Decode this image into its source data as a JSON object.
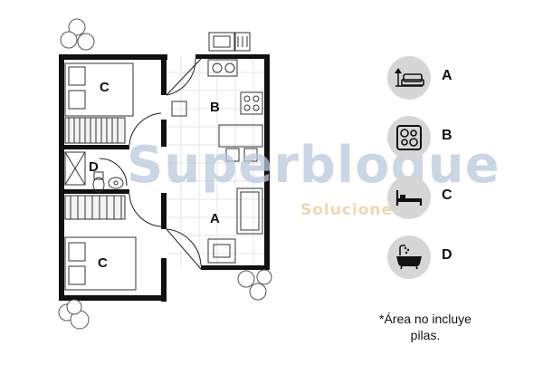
{
  "rooms": {
    "bedroom_top": "C",
    "kitchen": "B",
    "bathroom": "D",
    "living": "A",
    "bedroom_bottom": "C"
  },
  "watermark": {
    "title": "Superbloque",
    "subtitle": "Soluciones"
  },
  "legend": [
    {
      "letter": "A",
      "icon": "sofa-lamp-icon"
    },
    {
      "letter": "B",
      "icon": "cooktop-icon"
    },
    {
      "letter": "C",
      "icon": "bed-icon"
    },
    {
      "letter": "D",
      "icon": "bathtub-icon"
    }
  ],
  "note": {
    "line1": "*Área no incluye",
    "line2": "pilas."
  }
}
